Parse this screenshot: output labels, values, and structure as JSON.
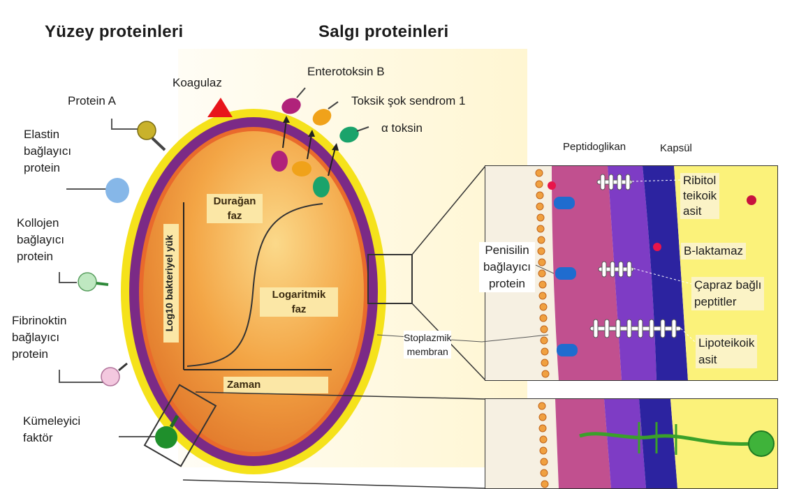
{
  "headers": {
    "surface": "Yüzey proteinleri",
    "secreted": "Salgı proteinleri"
  },
  "surface_proteins": {
    "protein_a": "Protein A",
    "elastin": [
      "Elastin",
      "bağlayıcı",
      "protein"
    ],
    "kollojen": [
      "Kollojen",
      "bağlayıcı",
      "protein"
    ],
    "fibrinoktin": [
      "Fibrinoktin",
      "bağlayıcı",
      "protein"
    ],
    "kumeleyici": [
      "Kümeleyici",
      "faktör"
    ]
  },
  "secreted_proteins": {
    "koagulaz": "Koagulaz",
    "enterotoksin": "Enterotoksin B",
    "toksik": "Toksik şok sendrom 1",
    "alpha": "α toksin"
  },
  "growth_curve": {
    "ylabel": "Log10 bakteriyel yük",
    "xlabel": "Zaman",
    "stationary": [
      "Durağan",
      "faz"
    ],
    "log": [
      "Logaritmik",
      "faz"
    ]
  },
  "cell_wall": {
    "peptidoglikan": "Peptidoglikan",
    "kapsul": "Kapsül",
    "ribitol": [
      "Ribitol",
      "teikoik",
      "asit"
    ],
    "penisilin": [
      "Penisilin",
      "bağlayıcı",
      "protein"
    ],
    "blaktamaz": "B-laktamaz",
    "capraz": [
      "Çapraz bağlı",
      "peptitler"
    ],
    "stoplazmik": [
      "Stoplazmik",
      "membran"
    ],
    "lipoteikoik": [
      "Lipoteikoik",
      "asit"
    ]
  },
  "colors": {
    "capsule_yellow": "#f5e21b",
    "membrane_purple": "#7b2a86",
    "cytoplasm_orange": "#f2a444",
    "peptidoglycan_pink": "#c1508f",
    "capsule_blue": "#2c23a0",
    "pbp_blue": "#1f6ccf"
  }
}
